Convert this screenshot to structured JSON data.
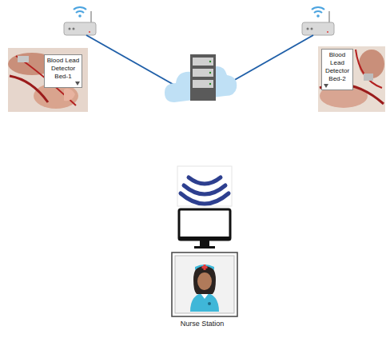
{
  "diagram": {
    "nodes": [
      {
        "text": [
          "Blood Lead Detector Bed-1"
        ]
      },
      {
        "text": [
          "Blood Lead Detector Bed-2"
        ]
      }
    ],
    "labels": [
      "Nurse Station"
    ]
  }
}
